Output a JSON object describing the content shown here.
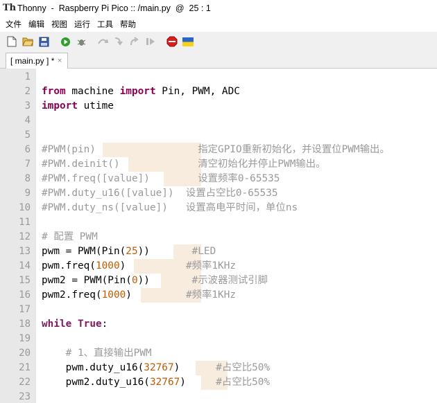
{
  "window": {
    "title": "Thonny  -  Raspberry Pi Pico :: /main.py  @  25 : 1",
    "logo": "Th"
  },
  "menu": [
    "文件",
    "编辑",
    "视图",
    "运行",
    "工具",
    "帮助"
  ],
  "toolbar": {
    "icons": [
      "new-file-icon",
      "open-folder-icon",
      "save-icon",
      "run-icon",
      "debug-icon",
      "step-over-icon",
      "step-into-icon",
      "step-out-icon",
      "resume-icon",
      "stop-icon",
      "flag-icon"
    ],
    "colors": {
      "run": "#2e9e2e",
      "stop": "#d81e1e",
      "flag_top": "#2b63c8",
      "flag_bottom": "#f7d117"
    }
  },
  "tabs": [
    {
      "label": "[ main.py ] *",
      "close": "×"
    }
  ],
  "editor": {
    "lines": [
      {
        "n": "1",
        "tokens": []
      },
      {
        "n": "2",
        "tokens": [
          {
            "t": "kw",
            "v": "from"
          },
          {
            "t": "p",
            "v": " machine "
          },
          {
            "t": "kw",
            "v": "import"
          },
          {
            "t": "p",
            "v": " Pin, PWM, ADC"
          }
        ]
      },
      {
        "n": "3",
        "tokens": [
          {
            "t": "kw",
            "v": "import"
          },
          {
            "t": "p",
            "v": " utime"
          }
        ]
      },
      {
        "n": "4",
        "tokens": []
      },
      {
        "n": "5",
        "tokens": []
      },
      {
        "n": "6",
        "tokens": [
          {
            "t": "com",
            "v": "#PWM(pin)                 指定GPIO重新初始化，并设置位PWM输出。"
          }
        ]
      },
      {
        "n": "7",
        "tokens": [
          {
            "t": "com",
            "v": "#PWM.deinit()             清空初始化并停止PWM输出。"
          }
        ]
      },
      {
        "n": "8",
        "tokens": [
          {
            "t": "com",
            "v": "#PWM.freq([value])        设置频率0-65535"
          }
        ]
      },
      {
        "n": "9",
        "tokens": [
          {
            "t": "com",
            "v": "#PWM.duty_u16([value])  设置占空比0-65535"
          }
        ]
      },
      {
        "n": "10",
        "tokens": [
          {
            "t": "com",
            "v": "#PWM.duty_ns([value])   设置高电平时间，单位ns"
          }
        ]
      },
      {
        "n": "11",
        "tokens": []
      },
      {
        "n": "12",
        "tokens": [
          {
            "t": "com",
            "v": "# 配置 PWM"
          }
        ]
      },
      {
        "n": "13",
        "tokens": [
          {
            "t": "p",
            "v": "pwm = PWM(Pin("
          },
          {
            "t": "num",
            "v": "25"
          },
          {
            "t": "p",
            "v": "))       "
          },
          {
            "t": "com",
            "v": "#LED"
          }
        ]
      },
      {
        "n": "14",
        "tokens": [
          {
            "t": "p",
            "v": "pwm.freq("
          },
          {
            "t": "num",
            "v": "1000"
          },
          {
            "t": "p",
            "v": ")          "
          },
          {
            "t": "com",
            "v": "#频率1KHz"
          }
        ]
      },
      {
        "n": "15",
        "tokens": [
          {
            "t": "p",
            "v": "pwm2 = PWM(Pin("
          },
          {
            "t": "num",
            "v": "0"
          },
          {
            "t": "p",
            "v": "))       "
          },
          {
            "t": "com",
            "v": "#示波器测试引脚"
          }
        ]
      },
      {
        "n": "16",
        "tokens": [
          {
            "t": "p",
            "v": "pwm2.freq("
          },
          {
            "t": "num",
            "v": "1000"
          },
          {
            "t": "p",
            "v": ")         "
          },
          {
            "t": "com",
            "v": "#频率1KHz"
          }
        ]
      },
      {
        "n": "17",
        "tokens": []
      },
      {
        "n": "18",
        "tokens": [
          {
            "t": "kwb",
            "v": "while"
          },
          {
            "t": "p",
            "v": " "
          },
          {
            "t": "kwb",
            "v": "True"
          },
          {
            "t": "p",
            "v": ":"
          }
        ]
      },
      {
        "n": "19",
        "tokens": []
      },
      {
        "n": "20",
        "tokens": [
          {
            "t": "p",
            "v": "    "
          },
          {
            "t": "com",
            "v": "# 1、直接输出PWM"
          }
        ]
      },
      {
        "n": "21",
        "tokens": [
          {
            "t": "p",
            "v": "    pwm.duty_u16("
          },
          {
            "t": "num",
            "v": "32767"
          },
          {
            "t": "p",
            "v": ")      "
          },
          {
            "t": "com",
            "v": "#占空比50%"
          }
        ]
      },
      {
        "n": "22",
        "tokens": [
          {
            "t": "p",
            "v": "    pwm2.duty_u16("
          },
          {
            "t": "num",
            "v": "32767"
          },
          {
            "t": "p",
            "v": ")     "
          },
          {
            "t": "com",
            "v": "#占空比50%"
          }
        ]
      },
      {
        "n": "23",
        "tokens": []
      }
    ]
  }
}
